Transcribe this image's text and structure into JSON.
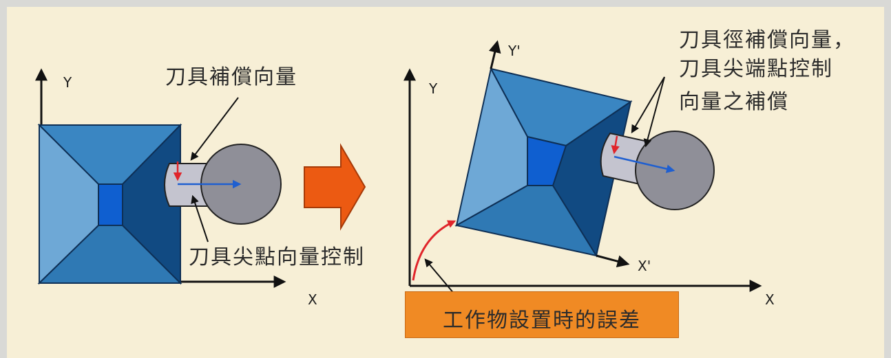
{
  "left": {
    "y_label": "Y",
    "x_label": "X"
  },
  "right": {
    "y_label": "Y",
    "x_label": "X",
    "yprime_label": "Y'",
    "xprime_label": "X'"
  },
  "labels": {
    "compensation_vector": "刀具補償向量",
    "tip_vector_control": "刀具尖點向量控制",
    "right_line1": "刀具徑補償向量，",
    "right_line2": "刀具尖端點控制",
    "right_line3": "向量之補償",
    "setup_error": "工作物設置時的誤差"
  },
  "colors": {
    "background": "#f7efd6",
    "workpiece_blue": "#2f79b4",
    "arrow_orange": "#ec5a12",
    "box_orange": "#f08a24",
    "vector_red": "#e0252b",
    "vector_blue": "#1f5fd0"
  }
}
